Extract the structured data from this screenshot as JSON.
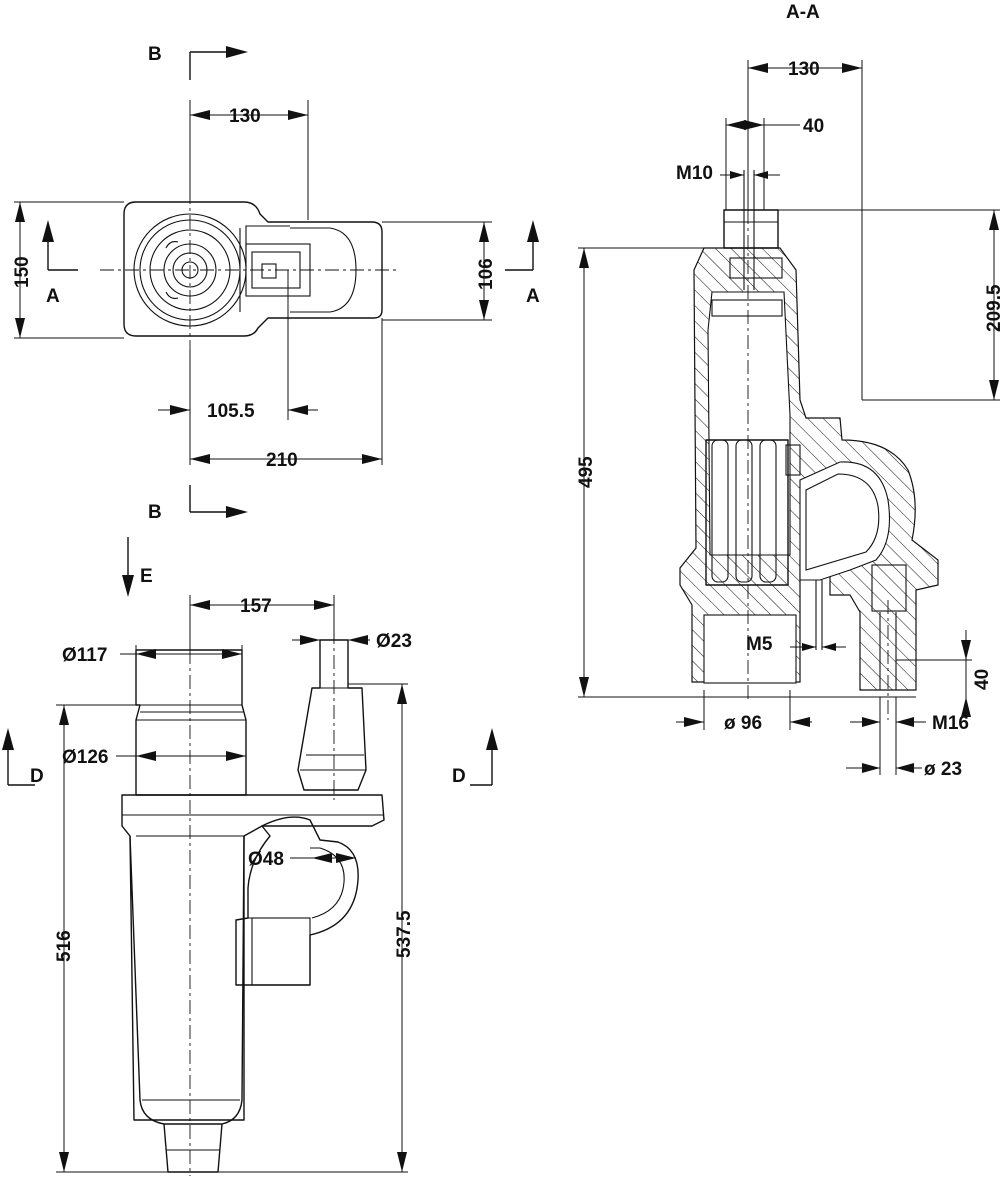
{
  "section_labels": {
    "aa_title": "A-A",
    "b_top": "B",
    "b_bottom": "B",
    "a_left": "A",
    "a_right": "A",
    "e_view": "E",
    "d_left": "D",
    "d_right": "D"
  },
  "top_view": {
    "dim_width_top": "130",
    "dim_height_left": "150",
    "dim_height_right": "106",
    "dim_offset": "105.5",
    "dim_overall": "210"
  },
  "front_view": {
    "dim_center_spacing": "157",
    "dim_dia_top": "Ø117",
    "dim_dia_small": "Ø23",
    "dim_dia_body": "Ø126",
    "dim_dia_elbow": "Ø48",
    "dim_height_left": "516",
    "dim_height_right": "537.5"
  },
  "section_view": {
    "dim_width_top": "130",
    "dim_40_top": "40",
    "dim_thread_top": "M10",
    "dim_height_upper": "209.5",
    "dim_height_total": "495",
    "dim_thread_mid": "M5",
    "dim_40_bottom": "40",
    "dim_dia_bottom": "ø 96",
    "dim_thread_bottom": "M16",
    "dim_dia_small": "ø 23"
  }
}
